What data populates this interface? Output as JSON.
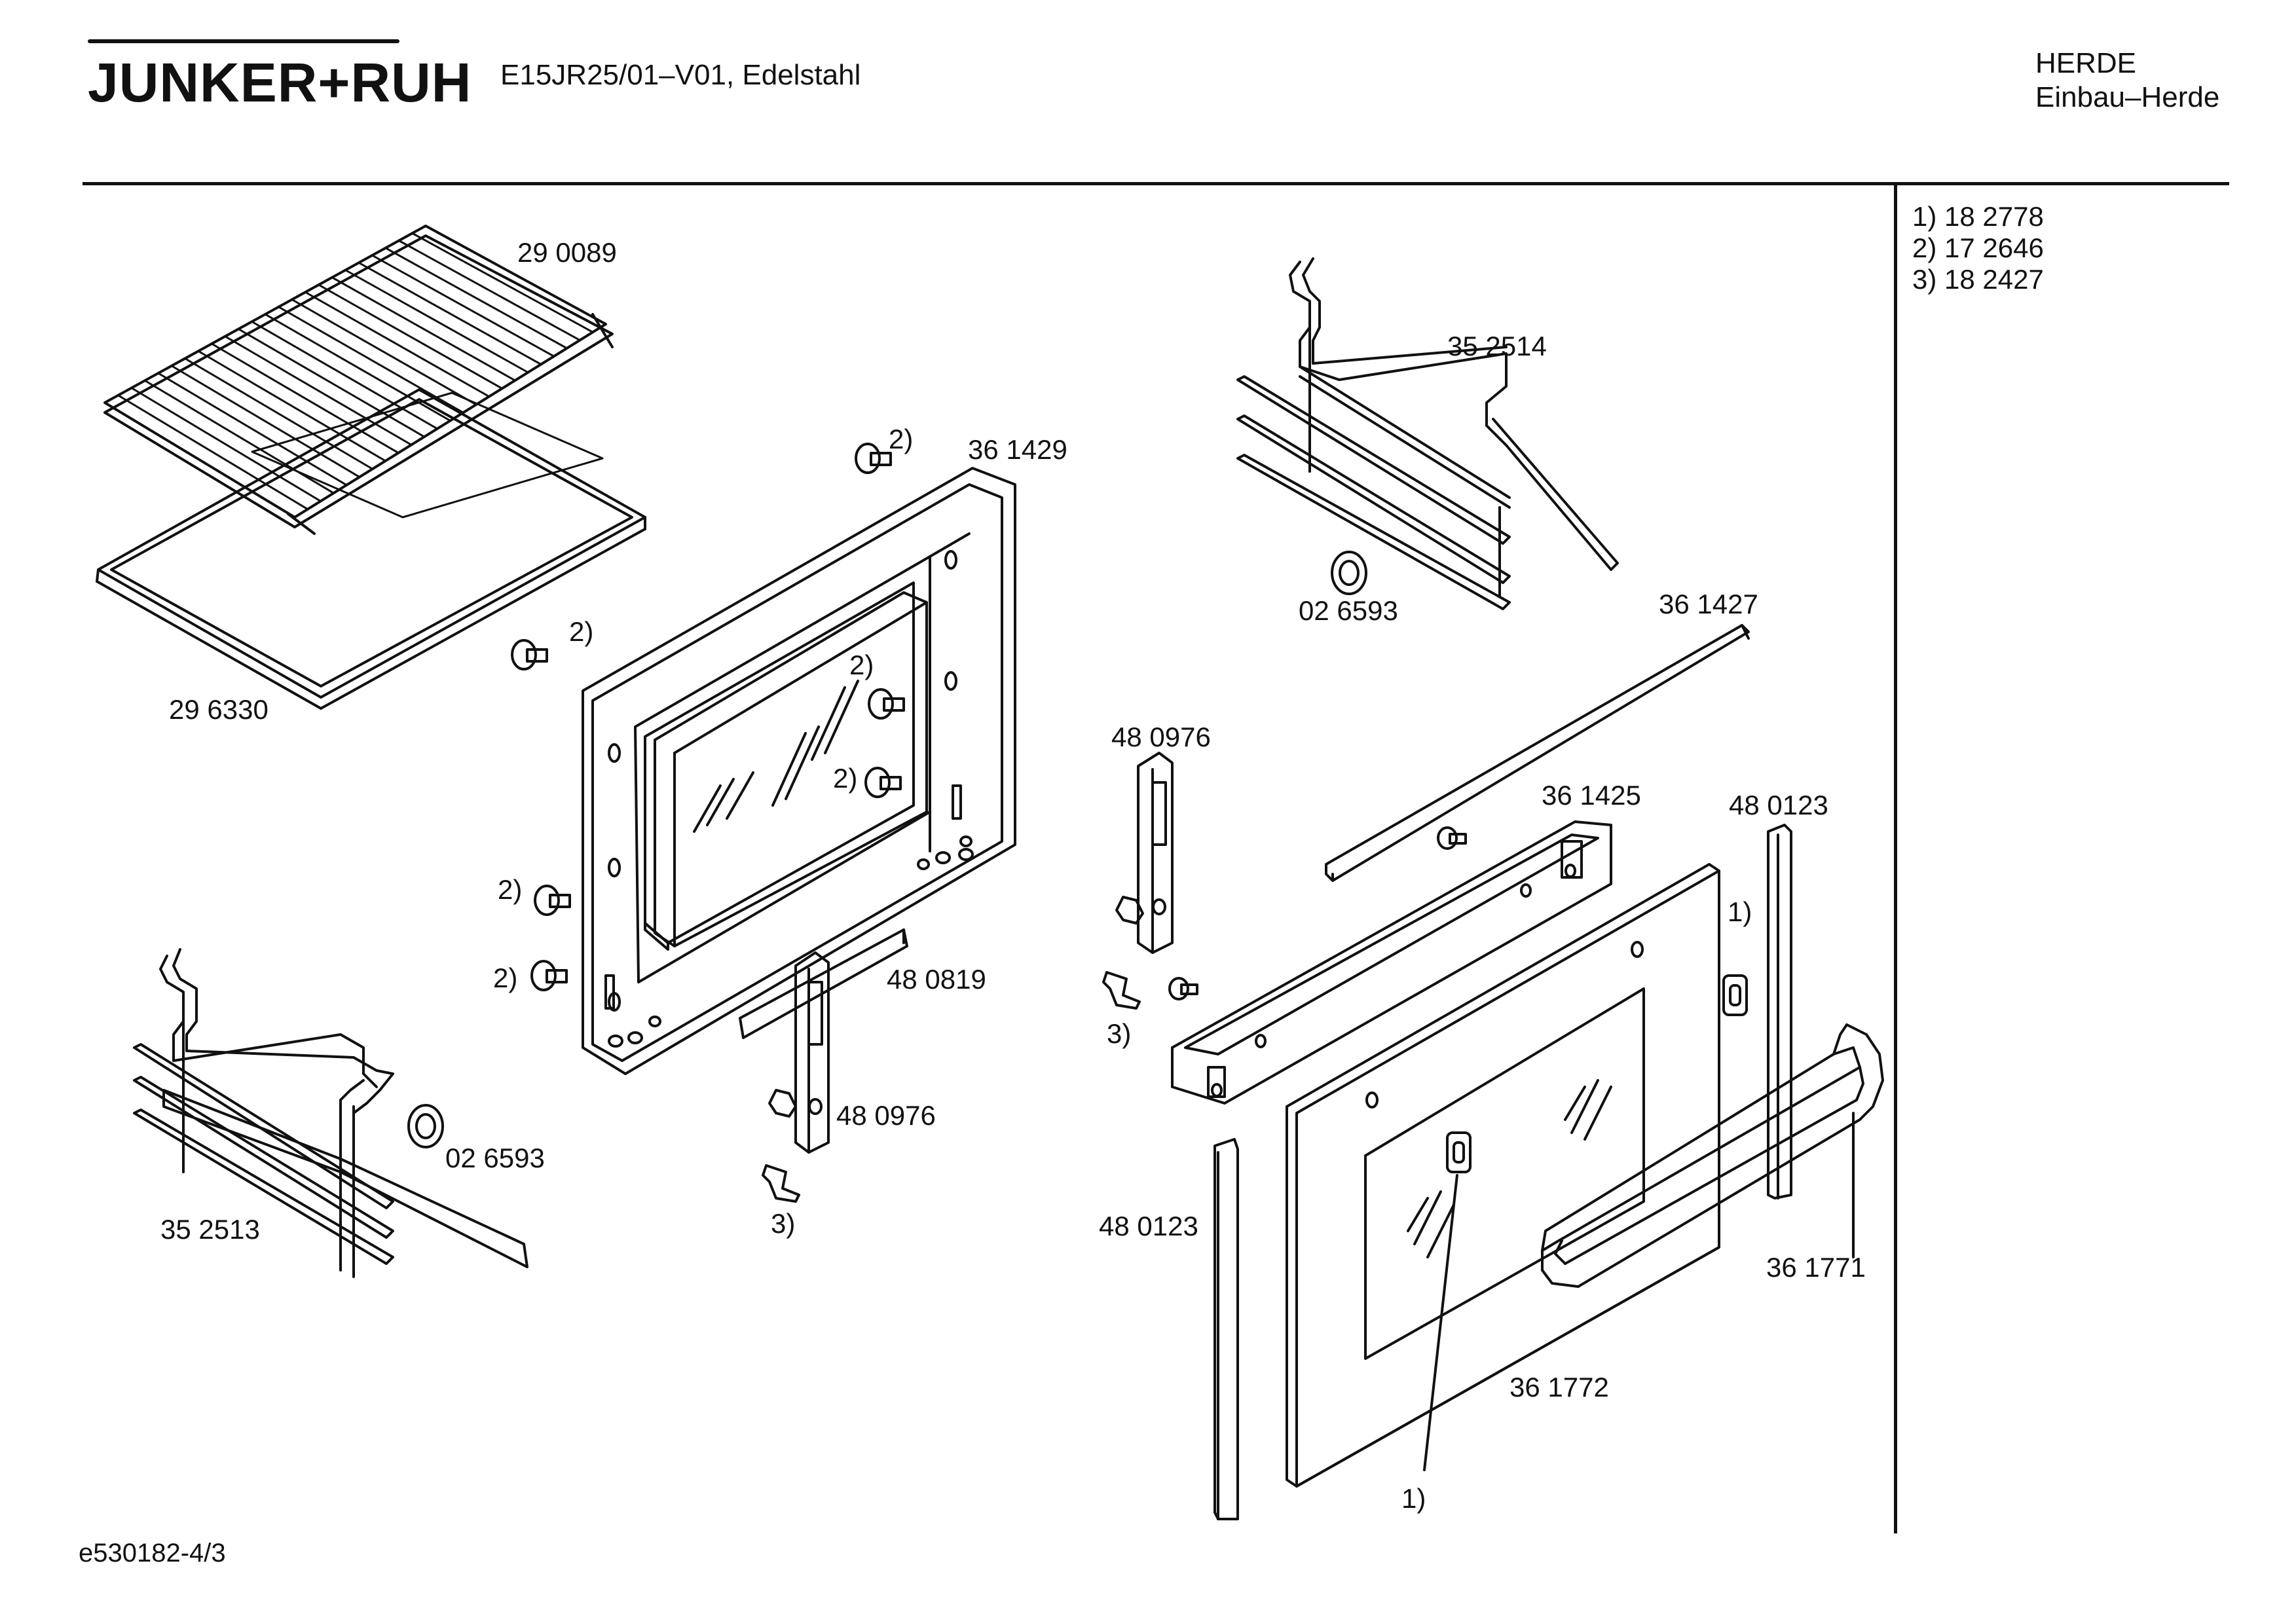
{
  "header": {
    "brand": "JUNKER+RUH",
    "model_line": "E15JR25/01–V01, Edelstahl",
    "category_line1": "HERDE",
    "category_line2": "Einbau–Herde"
  },
  "legend": [
    {
      "key": "1)",
      "part": "18 2778"
    },
    {
      "key": "2)",
      "part": "17 2646"
    },
    {
      "key": "3)",
      "part": "18 2427"
    }
  ],
  "footer": {
    "drawing_id": "e530182-4/3"
  },
  "part_labels": {
    "rack": "29 0089",
    "tray": "29 6330",
    "door_frame": "36 1429",
    "screw_top": "2)",
    "screw_mid_left": "2)",
    "screw_inner_upper": "2)",
    "screw_inner_lower": "2)",
    "screw_left_upper": "2)",
    "screw_left_lower": "2)",
    "rail_right": "35 2514",
    "knob_right": "02 6593",
    "strip_top": "36 1427",
    "hinge_upper": "48 0976",
    "door_profile": "36 1425",
    "seal_right": "48 0123",
    "clip_door_right": "1)",
    "strip_center": "48 0819",
    "hinge_lower": "48 0976",
    "clip_bottom": "3)",
    "clip_upper": "3)",
    "knob_left": "02 6593",
    "rail_left": "35 2513",
    "seal_left": "48 0123",
    "handle": "36 1771",
    "door_glass": "36 1772",
    "clip_door_lower": "1)"
  }
}
